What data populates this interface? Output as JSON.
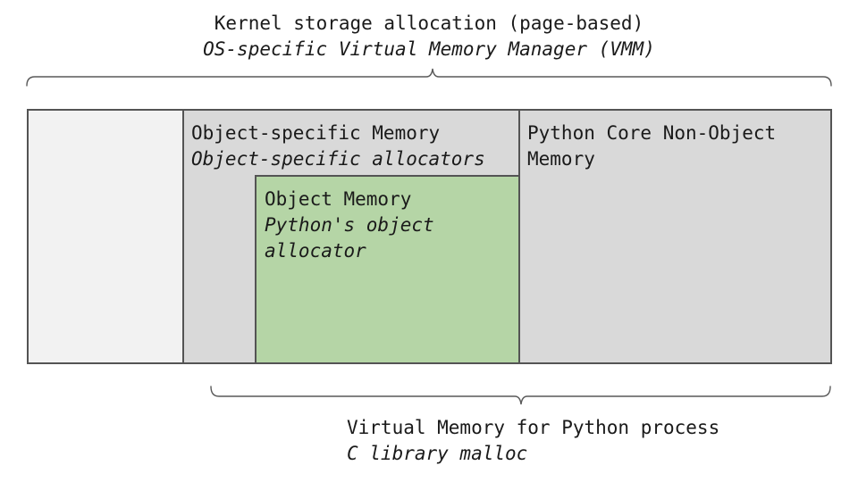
{
  "captions": {
    "top": {
      "line1": "Kernel storage allocation (page-based)",
      "line2": "OS-specific Virtual Memory Manager (VMM)"
    },
    "bottom": {
      "line1": "Virtual Memory for Python process",
      "line2": "C library malloc"
    }
  },
  "sections": {
    "left": {
      "label": "",
      "fill": "#f2f2f2"
    },
    "object_specific": {
      "line1": "Object-specific Memory",
      "line2": "Object-specific allocators",
      "fill": "#d9d9d9"
    },
    "object_memory": {
      "line1": "Object Memory",
      "line2": "Python's object allocator",
      "fill": "#b5d5a6"
    },
    "core": {
      "label": "Python Core Non-Object Memory",
      "fill": "#d9d9d9"
    }
  },
  "colors": {
    "background": "#ffffff",
    "border": "#545454",
    "brace": "#595959",
    "text": "#1a1a1a"
  }
}
